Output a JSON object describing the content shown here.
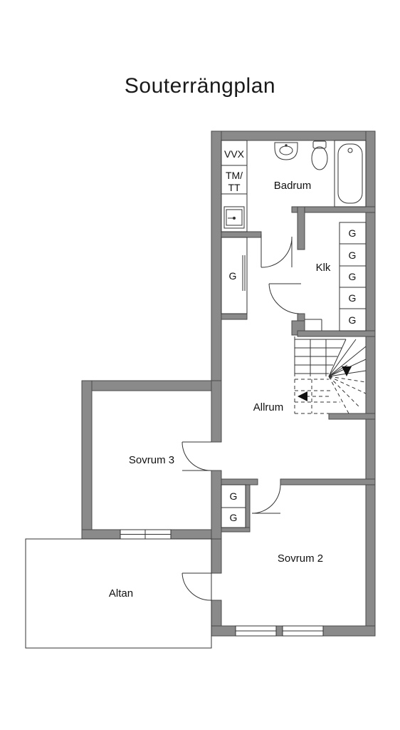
{
  "title": "Souterrängplan",
  "rooms": {
    "badrum": "Badrum",
    "klk": "Klk",
    "allrum": "Allrum",
    "sovrum3": "Sovrum 3",
    "sovrum2": "Sovrum 2",
    "altan": "Altan"
  },
  "fixtures": {
    "vvx": "VVX",
    "tmtt_line1": "TM/",
    "tmtt_line2": "TT"
  },
  "closets": {
    "hall": "G",
    "klk": [
      "G",
      "G",
      "G",
      "G",
      "G"
    ],
    "sovrum2": [
      "G",
      "G"
    ]
  },
  "colors": {
    "wall": "#8a8a8a",
    "wall_outline": "#4a4a4a",
    "line": "#333333"
  }
}
